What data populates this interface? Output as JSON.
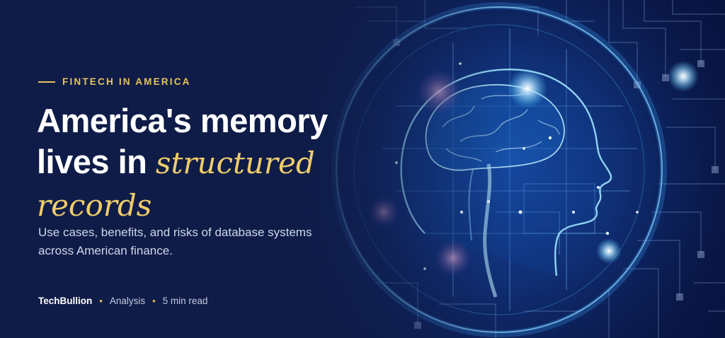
{
  "kicker": "FINTECH IN AMERICA",
  "headline": {
    "line1": "America's memory",
    "line2_plain": "lives in ",
    "line2_accent": "structured",
    "line3_accent": "records"
  },
  "subtitle": "Use cases, benefits, and risks of database systems across American finance.",
  "meta": {
    "brand": "TechBullion",
    "separator": "•",
    "category": "Analysis",
    "read_time": "5 min read"
  },
  "illustration": {
    "icon": "ai-brain-head-circuit-icon"
  },
  "colors": {
    "background": "#0f1c48",
    "accent_gold": "#e8c25a",
    "headline": "#ffffff",
    "glow_cyan": "#46c8ff"
  }
}
